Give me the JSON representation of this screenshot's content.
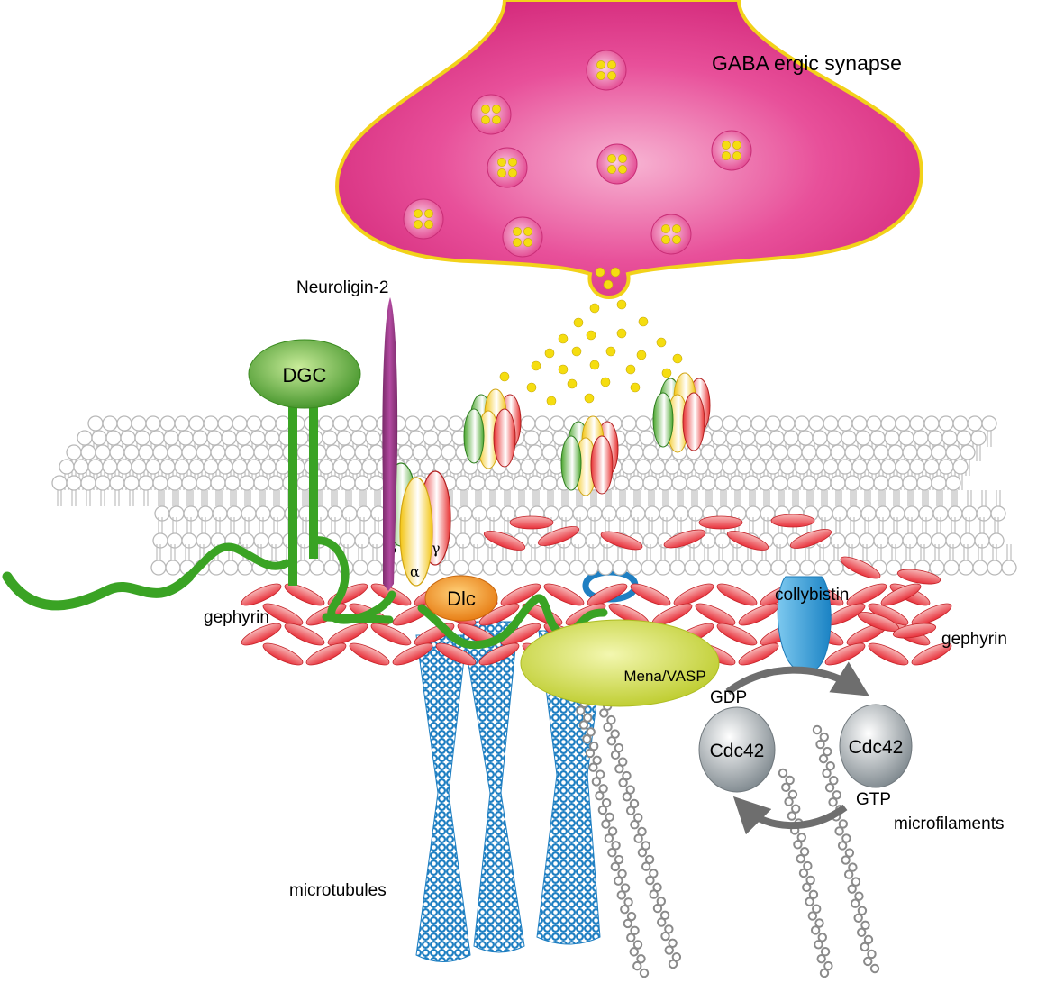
{
  "diagram": {
    "labels": {
      "synapse": "GABA ergic synapse",
      "neuroligin": "Neuroligin-2",
      "dgc": "DGC",
      "gephyrin_left": "gephyrin",
      "gephyrin_right": "gephyrin",
      "dlc": "Dlc",
      "collybistin": "collybistin",
      "mena_vasp": "Mena/VASP",
      "gdp": "GDP",
      "gtp": "GTP",
      "cdc42_left": "Cdc42",
      "cdc42_right": "Cdc42",
      "microfilaments": "microfilaments",
      "microtubules": "microtubules",
      "subunit_beta": "β",
      "subunit_alpha": "α",
      "subunit_gamma": "γ"
    },
    "colors": {
      "synapse_fill": "#e03c86",
      "synapse_outline": "#f2d21a",
      "gaba_molecule": "#f5dd10",
      "membrane_head": "#ffffff",
      "membrane_outline": "#b8b8b8",
      "gephyrin": "#e8303a",
      "dgc": "#5ba62e",
      "dystrophin_strand": "#3aa324",
      "neuroligin": "#a03b8a",
      "dlc": "#f08a1a",
      "collybistin": "#2f9fd8",
      "mena_vasp": "#cfdc3a",
      "cdc42": "#9aa3a8",
      "microtubule": "#1f7fc2",
      "microfilament": "#8a8a8a",
      "arrow": "#6e6e6e"
    },
    "icons": [
      "vesicle-icon",
      "gaba-receptor-icon",
      "cdc42-icon",
      "arrow-icon"
    ]
  }
}
